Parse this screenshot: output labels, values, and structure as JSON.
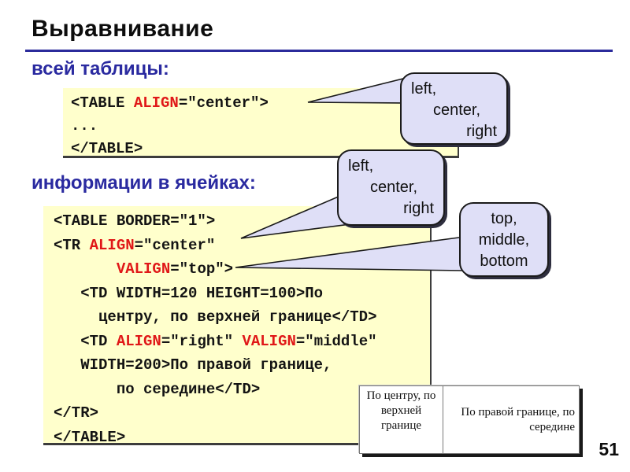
{
  "title": "Выравнивание",
  "page_number": "51",
  "headings": {
    "whole_table": "всей таблицы:",
    "cells": "информации в ячейках:"
  },
  "colors": {
    "accent_blue": "#2B2B9B",
    "heading_blue": "#2A2AA0",
    "code_bg": "#FFFFCC",
    "keyword_red": "#E01818",
    "callout_bg": "#DFDFF7"
  },
  "code_block_table": {
    "lines": [
      {
        "segments": [
          {
            "text": "<TABLE ",
            "color": "default"
          },
          {
            "text": "ALIGN",
            "color": "red"
          },
          {
            "text": "=\"center\">",
            "color": "default"
          }
        ]
      },
      {
        "segments": [
          {
            "text": "...",
            "color": "default"
          }
        ]
      },
      {
        "segments": [
          {
            "text": "</TABLE>",
            "color": "default"
          }
        ]
      }
    ]
  },
  "code_block_cells": {
    "lines": [
      {
        "segments": [
          {
            "text": "<TABLE BORDER=\"1\">",
            "color": "default"
          }
        ]
      },
      {
        "segments": [
          {
            "text": "<TR ",
            "color": "default"
          },
          {
            "text": "ALIGN",
            "color": "red"
          },
          {
            "text": "=\"center\"",
            "color": "default"
          }
        ]
      },
      {
        "segments": [
          {
            "text": "       ",
            "color": "default"
          },
          {
            "text": "VALIGN",
            "color": "red"
          },
          {
            "text": "=\"top\">",
            "color": "default"
          }
        ]
      },
      {
        "segments": [
          {
            "text": "   <TD WIDTH=120 HEIGHT=100>По",
            "color": "default"
          }
        ]
      },
      {
        "segments": [
          {
            "text": "     центру, по верхней границе</TD>",
            "color": "default"
          }
        ]
      },
      {
        "segments": [
          {
            "text": "   <TD ",
            "color": "default"
          },
          {
            "text": "ALIGN",
            "color": "red"
          },
          {
            "text": "=\"right\" ",
            "color": "default"
          },
          {
            "text": "VALIGN",
            "color": "red"
          },
          {
            "text": "=\"middle\"",
            "color": "default"
          }
        ]
      },
      {
        "segments": [
          {
            "text": "   WIDTH=200>По правой границе,",
            "color": "default"
          }
        ]
      },
      {
        "segments": [
          {
            "text": "       по середине</TD>",
            "color": "default"
          }
        ]
      },
      {
        "segments": [
          {
            "text": "</TR>",
            "color": "default"
          }
        ]
      },
      {
        "segments": [
          {
            "text": "</TABLE>",
            "color": "default"
          }
        ]
      }
    ]
  },
  "callouts": [
    {
      "id": "halign-table",
      "lines": [
        {
          "text": "left,",
          "align": "left"
        },
        {
          "text": "center,",
          "align": "stagger"
        },
        {
          "text": "right",
          "align": "right"
        }
      ]
    },
    {
      "id": "halign-cells",
      "lines": [
        {
          "text": "left,",
          "align": "left"
        },
        {
          "text": "center,",
          "align": "stagger"
        },
        {
          "text": "right",
          "align": "right"
        }
      ]
    },
    {
      "id": "valign-cells",
      "lines": [
        {
          "text": "top,",
          "align": "center"
        },
        {
          "text": "middle,",
          "align": "center"
        },
        {
          "text": "bottom",
          "align": "center"
        }
      ]
    }
  ],
  "example_table": {
    "left_cell": {
      "lines": [
        "По центру, по",
        "верхней",
        "границе"
      ]
    },
    "right_cell": {
      "lines": [
        "По правой границе, по",
        "середине"
      ]
    }
  }
}
